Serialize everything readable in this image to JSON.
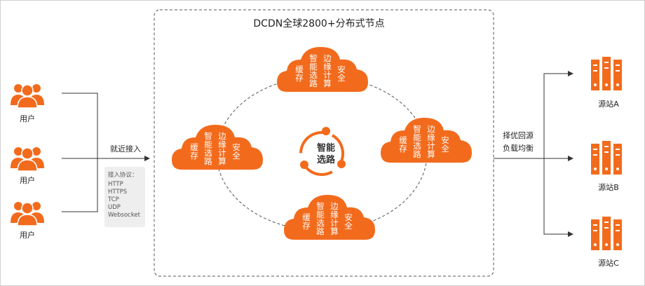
{
  "title": "DCDN全球2800+分布式节点",
  "users": [
    {
      "label": "用户"
    },
    {
      "label": "用户"
    },
    {
      "label": "用户"
    }
  ],
  "access": {
    "label": "就近接入",
    "protocol_title": "接入协议：",
    "protocols": [
      "HTTP",
      "HTTPS",
      "TCP",
      "UDP",
      "Websocket"
    ]
  },
  "clouds": [
    {
      "name": "cloud-top",
      "columns": [
        "智能选路",
        "边缘计算",
        "缓存",
        "安全"
      ]
    },
    {
      "name": "cloud-left",
      "columns": [
        "智能选路",
        "边缘计算",
        "缓存",
        "安全"
      ]
    },
    {
      "name": "cloud-right",
      "columns": [
        "智能选路",
        "边缘计算",
        "缓存",
        "安全"
      ]
    },
    {
      "name": "cloud-bottom",
      "columns": [
        "智能选路",
        "边缘计算",
        "缓存",
        "安全"
      ]
    }
  ],
  "center": {
    "line1": "智能",
    "line2": "选路"
  },
  "routing": {
    "line1": "择优回源",
    "line2": "负载均衡"
  },
  "origins": [
    {
      "label": "源站A"
    },
    {
      "label": "源站B"
    },
    {
      "label": "源站C"
    }
  ],
  "colors": {
    "accent": "#f26b1d",
    "line": "#333333",
    "dash": "#555555"
  }
}
